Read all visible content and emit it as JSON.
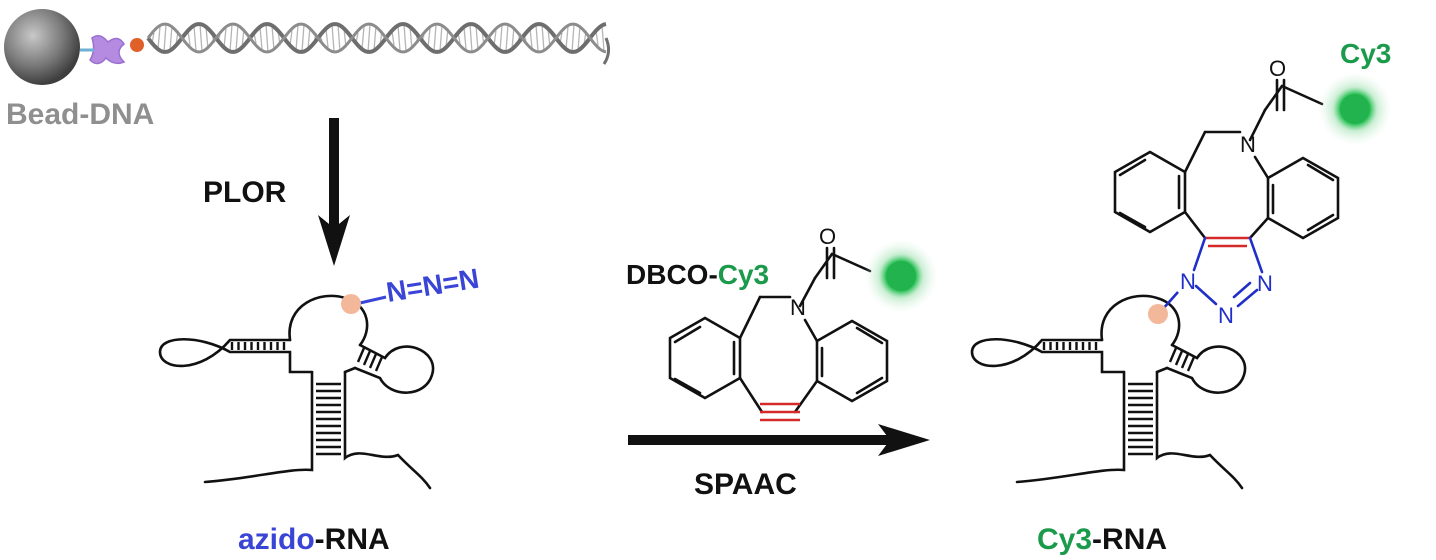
{
  "labels": {
    "bead_dna": "Bead-DNA",
    "plor": "PLOR",
    "azide": "N=N=N",
    "azido_prefix": "azido",
    "rna_suffix": "-RNA",
    "dbco_prefix": "DBCO-",
    "cy3": "Cy3",
    "spaac": "SPAAC",
    "cy3_prefix": "Cy3"
  },
  "atoms": {
    "oxygen": "O",
    "nitrogen": "N"
  },
  "colors": {
    "azide_blue": "#3a45d6",
    "cy3_green": "#1a9a4a",
    "alkyne_red": "#d42a2a",
    "triazole_blue": "#1f2fc8",
    "nucleotide_dot": "#f3b89a",
    "bead_gray": "#7a7a7a",
    "streptavidin_purple": "#b48be0",
    "biotin_orange": "#e0602a"
  }
}
